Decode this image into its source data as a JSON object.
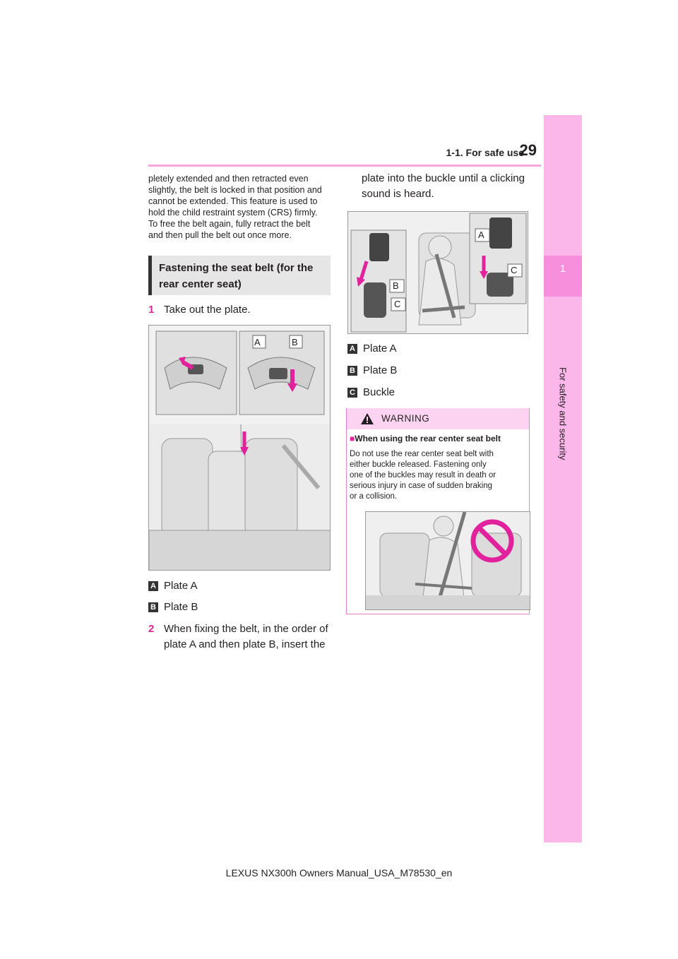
{
  "header": {
    "section": "1-1. For safe use",
    "page_number": "29"
  },
  "side_tab": {
    "chapter_number": "1",
    "chapter_title": "For safety and security"
  },
  "intro_paragraph": [
    "pletely extended and then retracted even",
    "slightly, the belt is locked in that position and",
    "cannot be extended. This feature is used to",
    "hold the child restraint system (CRS) firmly.",
    "To free the belt again, fully retract the belt",
    "and then pull the belt out once more."
  ],
  "heading": {
    "line1": "Fastening the seat belt (for the",
    "line2": "rear center seat)"
  },
  "step1": {
    "num": "1",
    "text": "Take out the plate."
  },
  "figure1": {
    "labels": {
      "a": "A",
      "b": "B"
    }
  },
  "legend1": [
    {
      "key": "A",
      "text": "Plate A"
    },
    {
      "key": "B",
      "text": "Plate B"
    }
  ],
  "step2": {
    "num": "2",
    "line1": "When fixing the belt, in the order of",
    "line2": "plate A and then plate B, insert the"
  },
  "step2_cont": {
    "line1": "plate into the buckle until a clicking",
    "line2": "sound is heard."
  },
  "figure2": {
    "labels": {
      "a": "A",
      "b": "B",
      "c": "C"
    }
  },
  "legend2": [
    {
      "key": "A",
      "text": "Plate A"
    },
    {
      "key": "B",
      "text": "Plate B"
    },
    {
      "key": "C",
      "text": "Buckle"
    }
  ],
  "warning": {
    "title": "WARNING",
    "square": "■",
    "subtitle": "When using the rear center seat belt",
    "body": [
      "Do not use the rear center seat belt with",
      "either buckle released. Fastening only",
      "one of the buckles may result in death or",
      "serious injury in case of sudden braking",
      "or a collision."
    ]
  },
  "footer": "LEXUS NX300h Owners Manual_USA_M78530_en",
  "colors": {
    "accent": "#e2229c",
    "tab": "#fbb6ea",
    "rule": "#f7a6e0"
  }
}
